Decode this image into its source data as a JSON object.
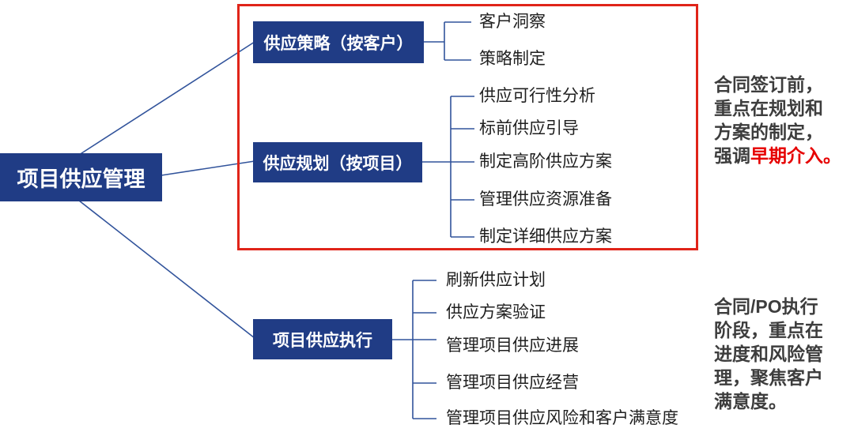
{
  "diagram": {
    "root": "项目供应管理",
    "branches": [
      {
        "label": "供应策略（按客户）",
        "children": [
          "客户洞察",
          "策略制定"
        ]
      },
      {
        "label": "供应规划（按项目）",
        "children": [
          "供应可行性分析",
          "标前供应引导",
          "制定高阶供应方案",
          "管理供应资源准备",
          "制定详细供应方案"
        ]
      },
      {
        "label": "项目供应执行",
        "children": [
          "刷新供应计划",
          "供应方案验证",
          "管理项目供应进展",
          "管理项目供应经营",
          "管理项目供应风险和客户满意度"
        ]
      }
    ]
  },
  "notes": {
    "pre_contract": {
      "line1": "合同签订前，",
      "line2": "重点在规划和",
      "line3": "方案的制定，",
      "line4_prefix": "强调",
      "line4_highlight": "早期介入。"
    },
    "execution": {
      "line1": "合同/PO执行",
      "line2": "阶段，重点在",
      "line3": "进度和风险管",
      "line4": "理，聚焦客户",
      "line5": "满意度。"
    }
  },
  "colors": {
    "node_fill": "#203c85",
    "node_text": "#ffffff",
    "connector_line": "#31539b",
    "frame_red": "#e02419",
    "highlight_red": "#e60000",
    "leaf_text": "#1f1f1f",
    "note_text": "#3d3d3d"
  }
}
